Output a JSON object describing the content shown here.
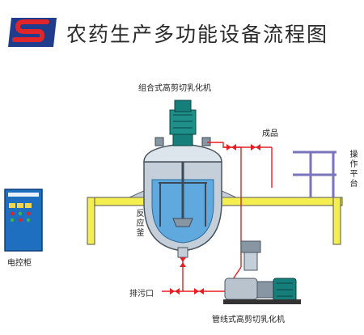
{
  "header": {
    "title": "农药生产多功能设备流程图"
  },
  "labels": {
    "top_mixer": "组合式高剪切乳化机",
    "product": "成品",
    "operation_platform": "操作平台",
    "reactor": "反应釜",
    "control_cabinet": "电控柜",
    "drain": "排污口",
    "inline_mixer": "管线式高剪切乳化机"
  },
  "colors": {
    "brand_red": "#e0262a",
    "brand_blue": "#1f3d8c",
    "pipe_red": "#e81e25",
    "platform_yellow": "#f4ee50",
    "vessel_steel": "#c4cfd9",
    "liquid_blue": "#5fa9df",
    "cabinet_blue": "#1f6fc0",
    "scaffold_purple": "#7a74bd",
    "motor_teal": "#167f7b"
  }
}
